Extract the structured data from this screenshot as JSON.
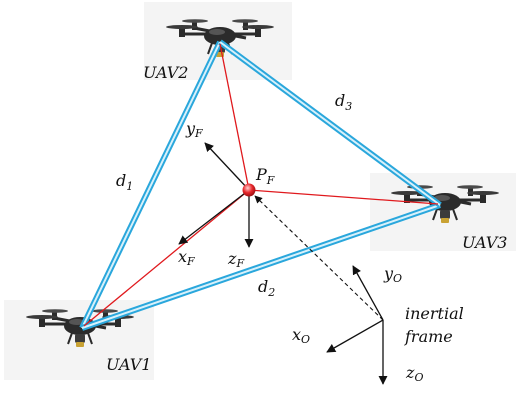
{
  "diagram": {
    "uavs": [
      {
        "id": "uav1",
        "label": "UAV1"
      },
      {
        "id": "uav2",
        "label": "UAV2"
      },
      {
        "id": "uav3",
        "label": "UAV3"
      }
    ],
    "links": [
      {
        "id": "d1",
        "label": "d",
        "sub": "1"
      },
      {
        "id": "d2",
        "label": "d",
        "sub": "2"
      },
      {
        "id": "d3",
        "label": "d",
        "sub": "3"
      }
    ],
    "formation_point": {
      "label": "P",
      "sub": "F"
    },
    "formation_frame": {
      "x": {
        "label": "x",
        "sub": "F"
      },
      "y": {
        "label": "y",
        "sub": "F"
      },
      "z": {
        "label": "z",
        "sub": "F"
      }
    },
    "inertial_frame": {
      "x": {
        "label": "x",
        "sub": "O"
      },
      "y": {
        "label": "y",
        "sub": "O"
      },
      "z": {
        "label": "z",
        "sub": "O"
      },
      "title_line1": "inertial",
      "title_line2": "frame"
    },
    "colors": {
      "link_outer": "#2aa7dc",
      "link_inner": "#d8f1fb",
      "vector": "#e0191d",
      "axis": "#111111",
      "point": "#e8282c",
      "drone_body": "#2b2b2b"
    }
  }
}
